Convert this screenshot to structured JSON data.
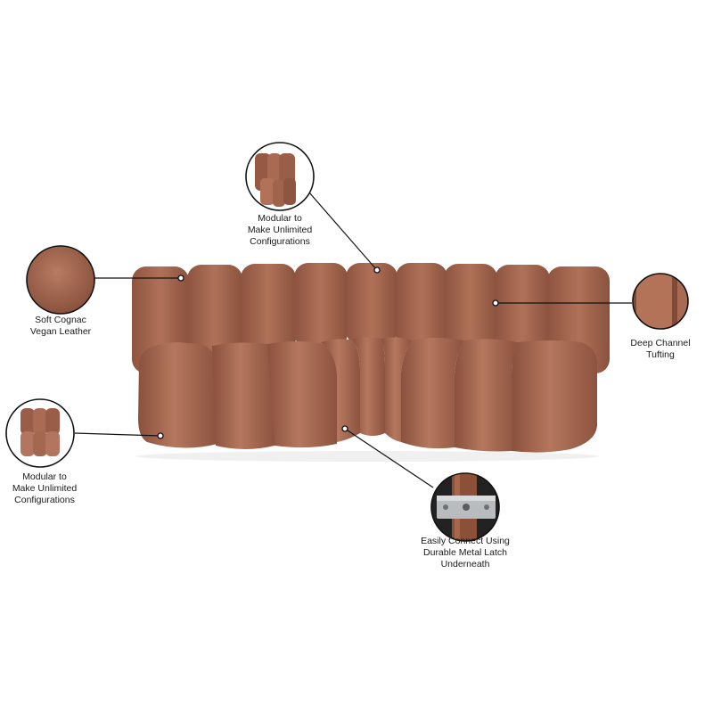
{
  "colors": {
    "leather": "#a86a52",
    "leather_dark": "#7f4a37",
    "leather_light": "#c0826a",
    "leader_line": "#111111",
    "background": "#ffffff"
  },
  "callouts": {
    "modular_top": {
      "lines": [
        "Modular to",
        "Make Unlimited",
        "Configurations"
      ],
      "icon": "single-chair-thumbnail"
    },
    "leather": {
      "lines": [
        "Soft Cognac",
        "Vegan Leather"
      ],
      "icon": "leather-swatch"
    },
    "modular_left": {
      "lines": [
        "Modular to",
        "Make Unlimited",
        "Configurations"
      ],
      "icon": "armless-chair-thumbnail"
    },
    "tufting": {
      "lines": [
        "Deep Channel",
        "Tufting"
      ],
      "icon": "channel-tufting-swatch"
    },
    "latch": {
      "lines": [
        "Easily Connect Using",
        "Durable Metal Latch",
        "Underneath"
      ],
      "icon": "metal-latch-photo"
    }
  }
}
